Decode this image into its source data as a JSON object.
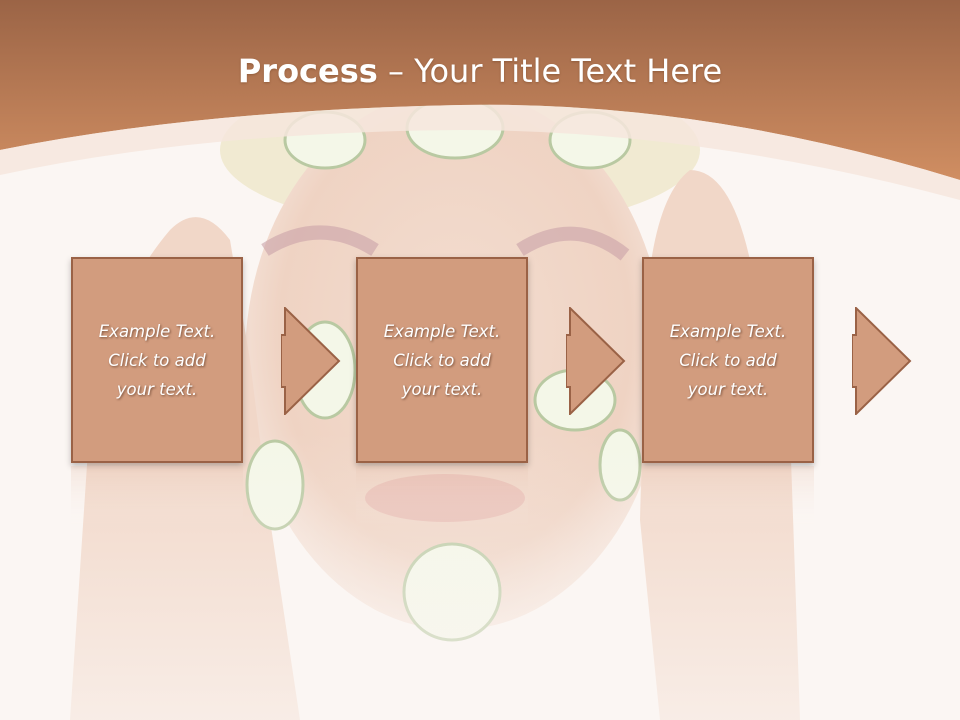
{
  "slide": {
    "title_bold": "Process",
    "title_dash": " – ",
    "title_rest": "Your Title Text Here",
    "steps": [
      {
        "text": "Example Text.\nClick  to add\nyour text."
      },
      {
        "text": "Example Text.\nClick  to add\nyour text."
      },
      {
        "text": "Example Text.\nClick  to add\nyour text."
      }
    ]
  },
  "colors": {
    "header": "#c78a63",
    "box_fill": "#d29c7e",
    "box_border": "#9a6246",
    "background": "#fbf6f3"
  }
}
